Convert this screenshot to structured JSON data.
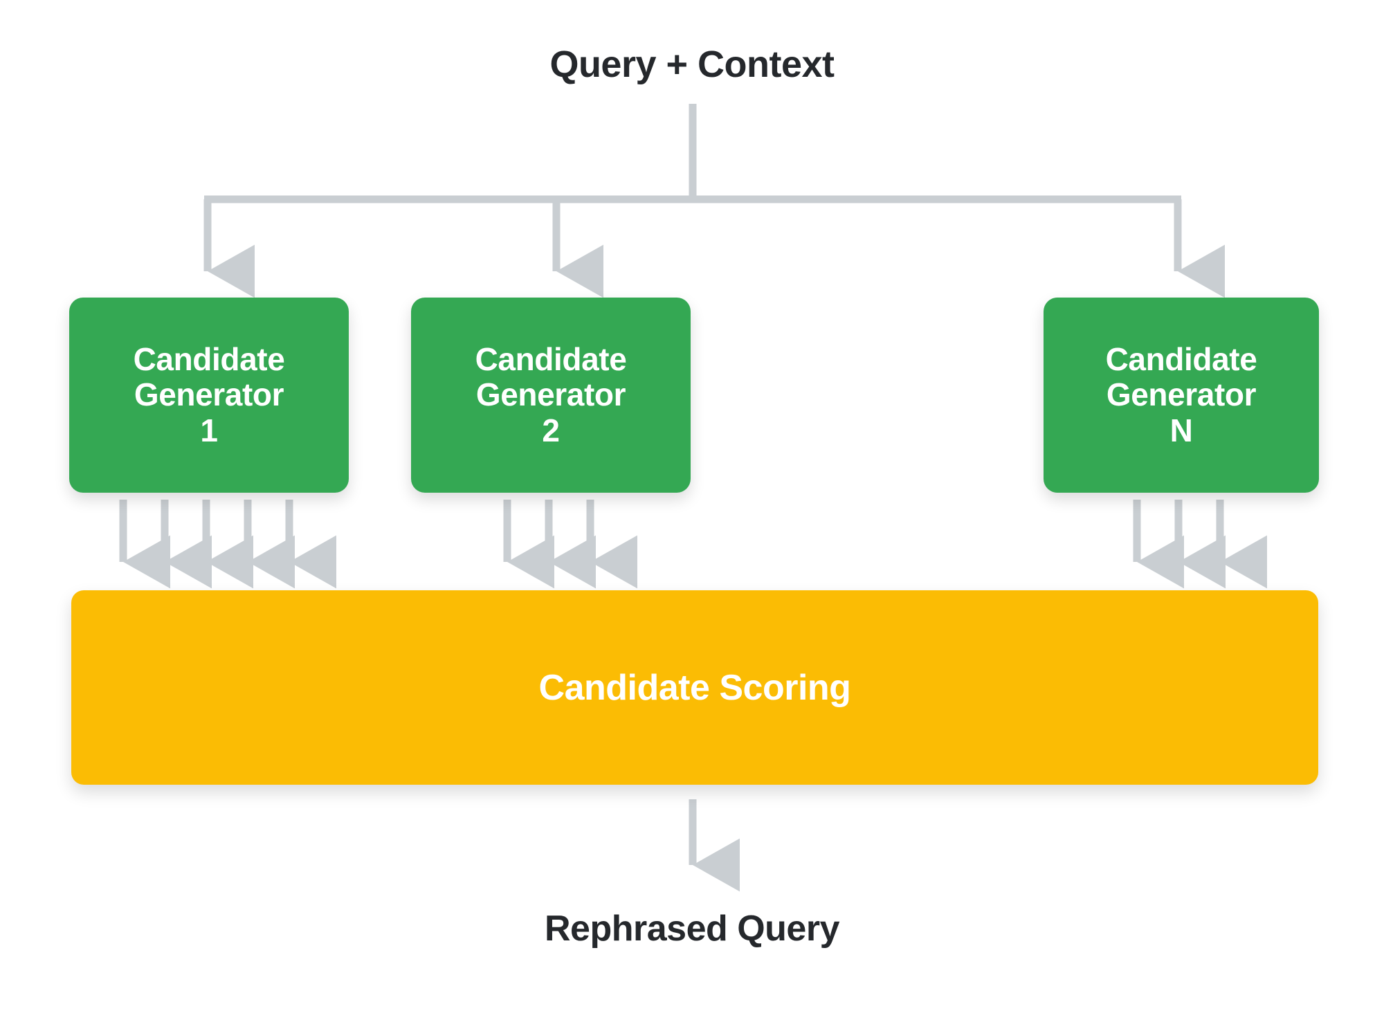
{
  "diagram": {
    "title_node": "Query + Context",
    "output_node": "Rephrased Query",
    "generators": [
      {
        "name": "Candidate Generator 1",
        "line1": "Candidate",
        "line2": "Generator",
        "line3": "1"
      },
      {
        "name": "Candidate Generator 2",
        "line1": "Candidate",
        "line2": "Generator",
        "line3": "2"
      },
      {
        "name": "Candidate Generator N",
        "line1": "Candidate",
        "line2": "Generator",
        "line3": "N"
      }
    ],
    "scoring": {
      "label": "Candidate Scoring"
    },
    "colors": {
      "generator_fill": "#34a853",
      "generator_text": "#ffffff",
      "scoring_fill": "#fbbc04",
      "scoring_text": "#ffffff",
      "connector": "#c9ced2",
      "plain_text": "#25282c",
      "background": "#ffffff"
    },
    "connector_counts": {
      "fanout_from_query": 3,
      "generator_1_to_scoring": 5,
      "generator_2_to_scoring": 3,
      "generator_n_to_scoring": 3,
      "scoring_to_output": 1
    }
  }
}
